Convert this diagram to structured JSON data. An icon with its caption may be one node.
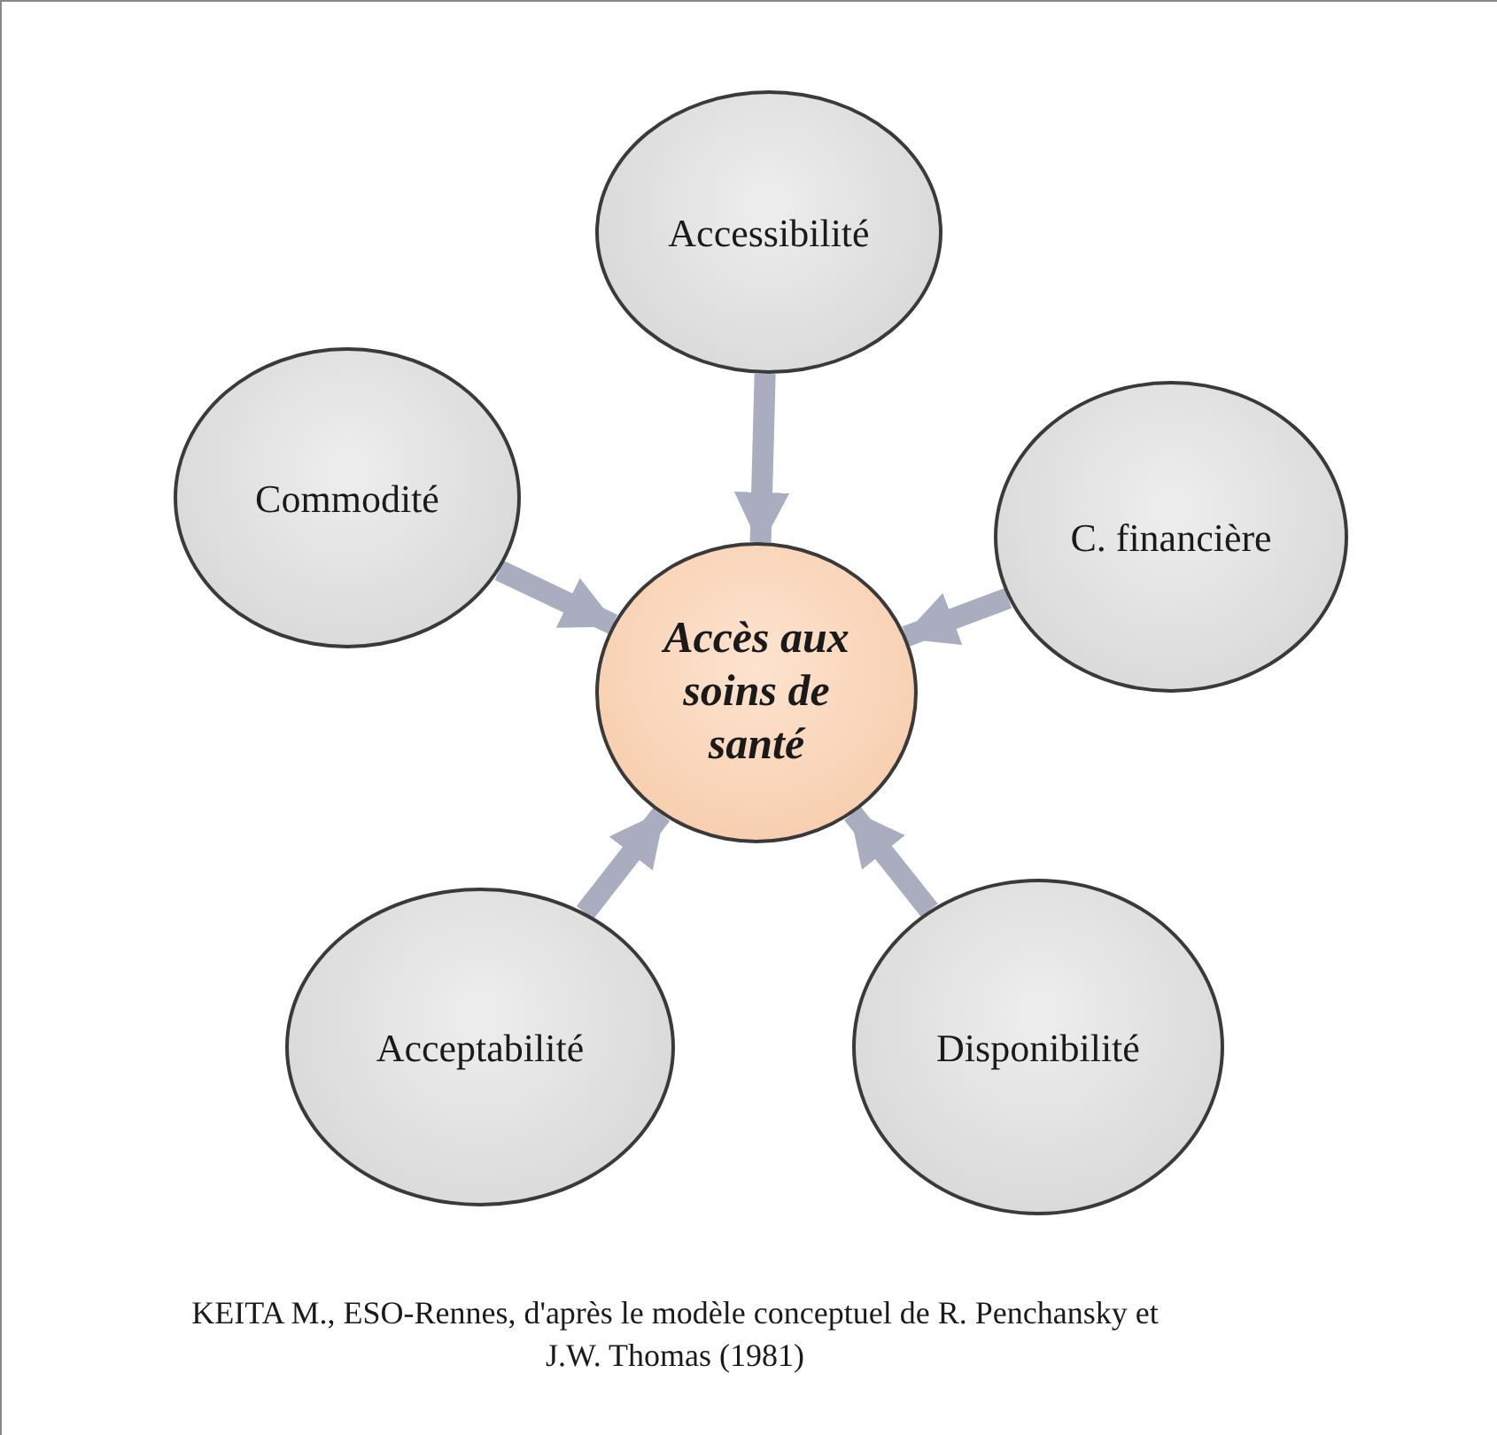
{
  "diagram": {
    "caption": "KEITA M., ESO-Rennes, d'après le modèle conceptuel de R. Penchansky et J.W. Thomas (1981)",
    "nodes": [
      {
        "text": [
          "Accessibilité"
        ]
      },
      {
        "text": [
          "Commodité"
        ]
      },
      {
        "text": [
          "C. financière"
        ]
      },
      {
        "text": [
          "Accès aux soins de santé"
        ]
      },
      {
        "text": [
          "Acceptabilité"
        ]
      },
      {
        "text": [
          "Disponibilité"
        ]
      }
    ],
    "edges": [
      {
        "from": 0,
        "to": 3,
        "arrow": "to"
      },
      {
        "from": 1,
        "to": 3,
        "arrow": "to"
      },
      {
        "from": 2,
        "to": 3,
        "arrow": "to"
      },
      {
        "from": 4,
        "to": 3,
        "arrow": "to"
      },
      {
        "from": 5,
        "to": 3,
        "arrow": "to"
      }
    ]
  }
}
